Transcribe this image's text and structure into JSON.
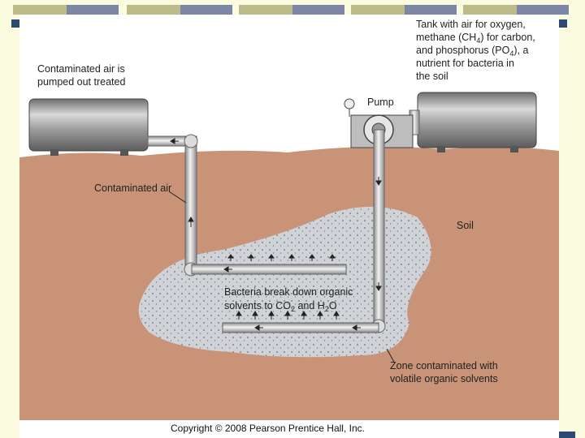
{
  "labels": {
    "contaminated_air_out_1": "Contaminated air is",
    "contaminated_air_out_2": "pumped out treated",
    "tank_1": "Tank with air for oxygen,",
    "tank_2": "methane (CH",
    "tank_2_sub": "4",
    "tank_2_end": ") for carbon,",
    "tank_3": "and phosphorus (PO",
    "tank_3_sub": "4",
    "tank_3_end": "), a",
    "tank_4": "nutrient for bacteria in",
    "tank_5": "the soil",
    "pump": "Pump",
    "contaminated_air": "Contaminated air",
    "soil": "Soil",
    "bacteria_1": "Bacteria break down organic",
    "bacteria_2a": "solvents to CO",
    "bacteria_2_sub1": "2",
    "bacteria_2b": " and H",
    "bacteria_2_sub2": "2",
    "bacteria_2c": "O",
    "zone_1": "Zone contaminated with",
    "zone_2": "volatile organic solvents"
  },
  "copyright": "Copyright © 2008 Pearson Prentice Hall, Inc.",
  "colors": {
    "soil": "#c89376",
    "sky": "#ffffff",
    "tank": "#8f8f8f",
    "pipe": "#c9c9c9",
    "zone": "#cfd2d6",
    "border_blue": "#2e4a73",
    "border_olive": "#bdbb8a"
  }
}
